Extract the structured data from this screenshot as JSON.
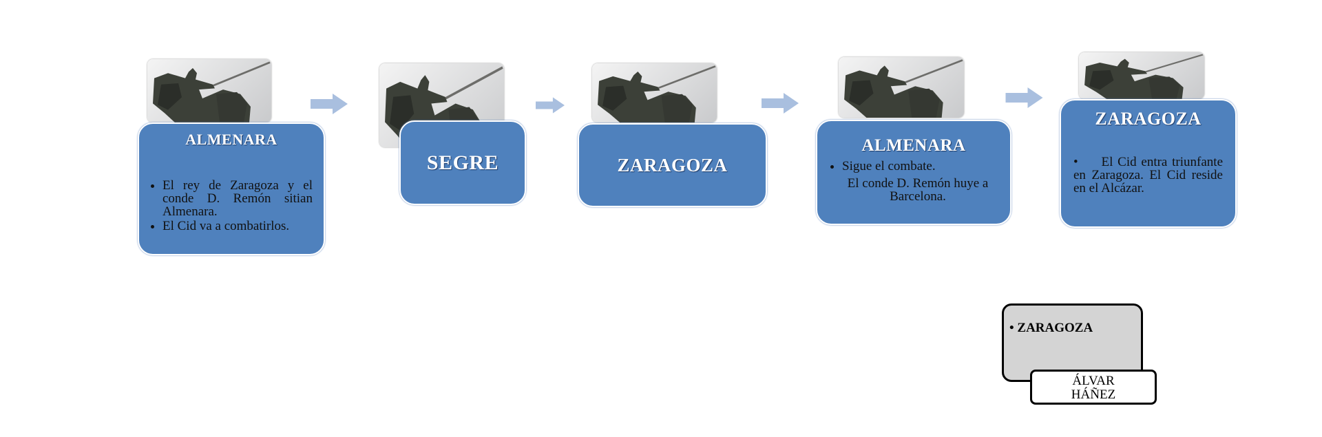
{
  "colors": {
    "box": "#4f81bd",
    "arrow": "#a9bfdf",
    "note": "#d4d4d4"
  },
  "steps": [
    {
      "title": "ALMENARA",
      "bullets": [
        "El rey de Zaragoza y el conde D. Remón sitian Almenara.",
        "El Cid va a combatirlos."
      ]
    },
    {
      "title": "SEGRE"
    },
    {
      "title": "ZARAGOZA"
    },
    {
      "title": "ALMENARA",
      "bullets": [
        "Sigue el combate."
      ],
      "extra": "El conde D. Remón huye a Barcelona."
    },
    {
      "title": "ZARAGOZA",
      "bullets": [
        "El Cid entra triunfante en Zaragoza. El Cid reside en el Alcázar."
      ]
    }
  ],
  "note": {
    "bullet": "ZARAGOZA",
    "label_line1": "ÁLVAR",
    "label_line2": "HÁÑEZ"
  }
}
